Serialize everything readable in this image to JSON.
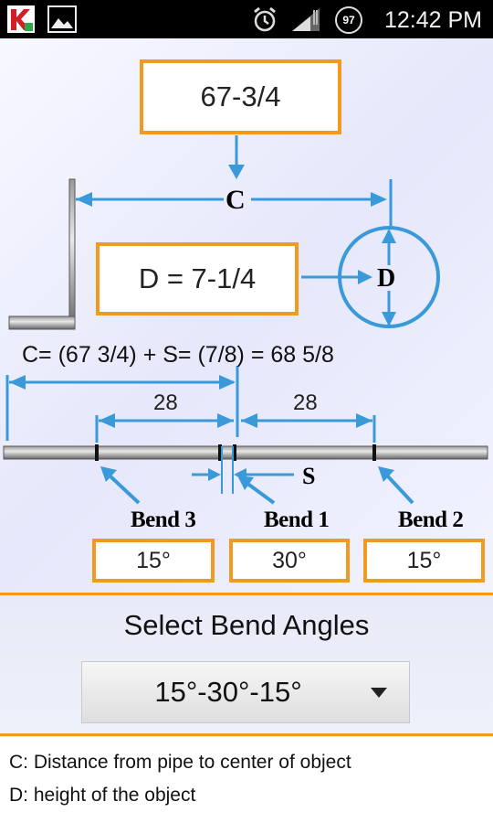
{
  "status_bar": {
    "time": "12:42 PM",
    "battery_level": "97"
  },
  "diagram": {
    "c_value": "67-3/4",
    "c_label": "C",
    "d_value": "D = 7-1/4",
    "d_label": "D",
    "s_label": "S",
    "formula": "C= (67 3/4) + S= (7/8) = 68 5/8",
    "dim_left": "28",
    "dim_right": "28",
    "bends": [
      {
        "label": "Bend 3",
        "angle": "15°"
      },
      {
        "label": "Bend 1",
        "angle": "30°"
      },
      {
        "label": "Bend 2",
        "angle": "15°"
      }
    ]
  },
  "selector": {
    "title": "Select Bend Angles",
    "selected": "15°-30°-15°"
  },
  "legend": {
    "line1": "C: Distance from pipe to center of object",
    "line2": "D: height of the object"
  },
  "colors": {
    "accent_orange": "#f29a1e",
    "diagram_blue": "#3a9ad9"
  }
}
